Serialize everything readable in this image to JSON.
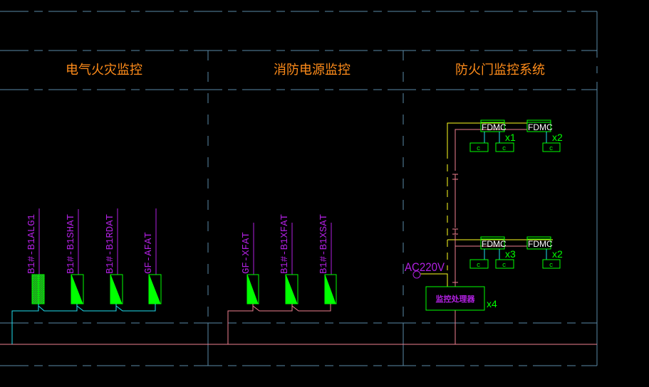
{
  "sections": [
    {
      "title": "电气火灾监控"
    },
    {
      "title": "消防电源监控"
    },
    {
      "title": "防火门监控系统"
    }
  ],
  "colors": {
    "frame": "#5a8aa8",
    "title": "#ff8c1a",
    "label": "#b020e0",
    "device": "#00ff00",
    "bus_cyan": "#20e0f0",
    "bus_pink": "#f08090",
    "power_yellow": "#ffff20",
    "fdmc_text": "#ffffff"
  },
  "electrical_fire": {
    "devices": [
      {
        "label": "B1#-B1ALG1",
        "type": "hatched"
      },
      {
        "label": "B1#-B1SHAT",
        "type": "triangle"
      },
      {
        "label": "B1#-B1RDAT",
        "type": "triangle"
      },
      {
        "label": "GF-AFAT",
        "type": "triangle"
      }
    ]
  },
  "power_monitor": {
    "devices": [
      {
        "label": "GF-XFAT",
        "type": "triangle"
      },
      {
        "label": "B1#-B1XFAT",
        "type": "triangle"
      },
      {
        "label": "B1#-B1XSAT",
        "type": "triangle"
      }
    ]
  },
  "fire_door": {
    "fdmc_label": "FDMC",
    "c_label": "c",
    "top_row": {
      "qty_left": "x1",
      "qty_right": "x2"
    },
    "bottom_row": {
      "qty_left": "x3",
      "qty_right": "x2"
    },
    "power_label": "AC220V",
    "processor_label": "监控处理器",
    "processor_qty": "x4"
  }
}
